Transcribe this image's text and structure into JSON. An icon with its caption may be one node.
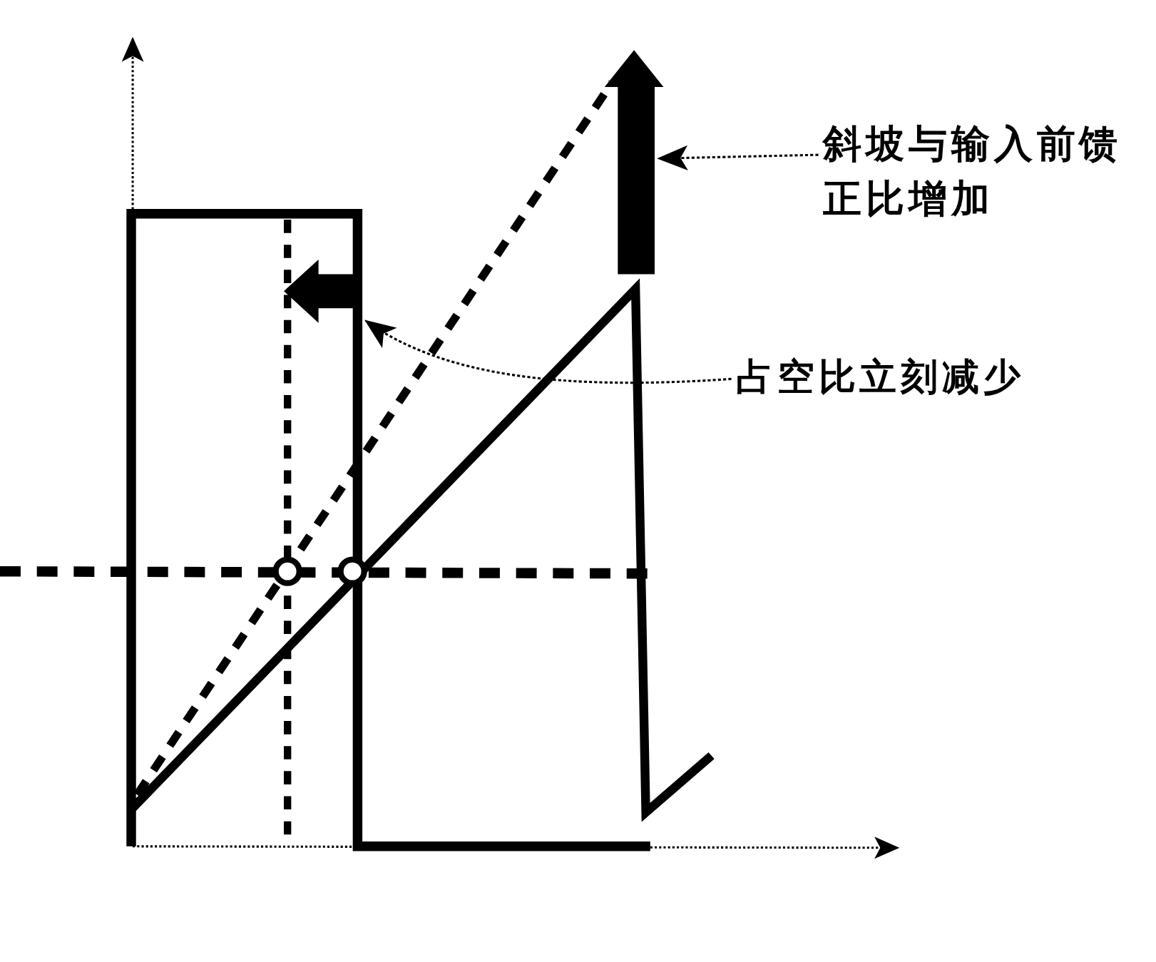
{
  "diagram": {
    "nodes": [
      {
        "text": [
          "斜坡与输入前馈正比增加"
        ]
      },
      {
        "text": [
          "占空比立刻减少"
        ]
      }
    ],
    "edges": [
      {
        "from": 0,
        "to": null,
        "arrow": "to"
      },
      {
        "from": 1,
        "to": null,
        "arrow": "to"
      }
    ]
  }
}
